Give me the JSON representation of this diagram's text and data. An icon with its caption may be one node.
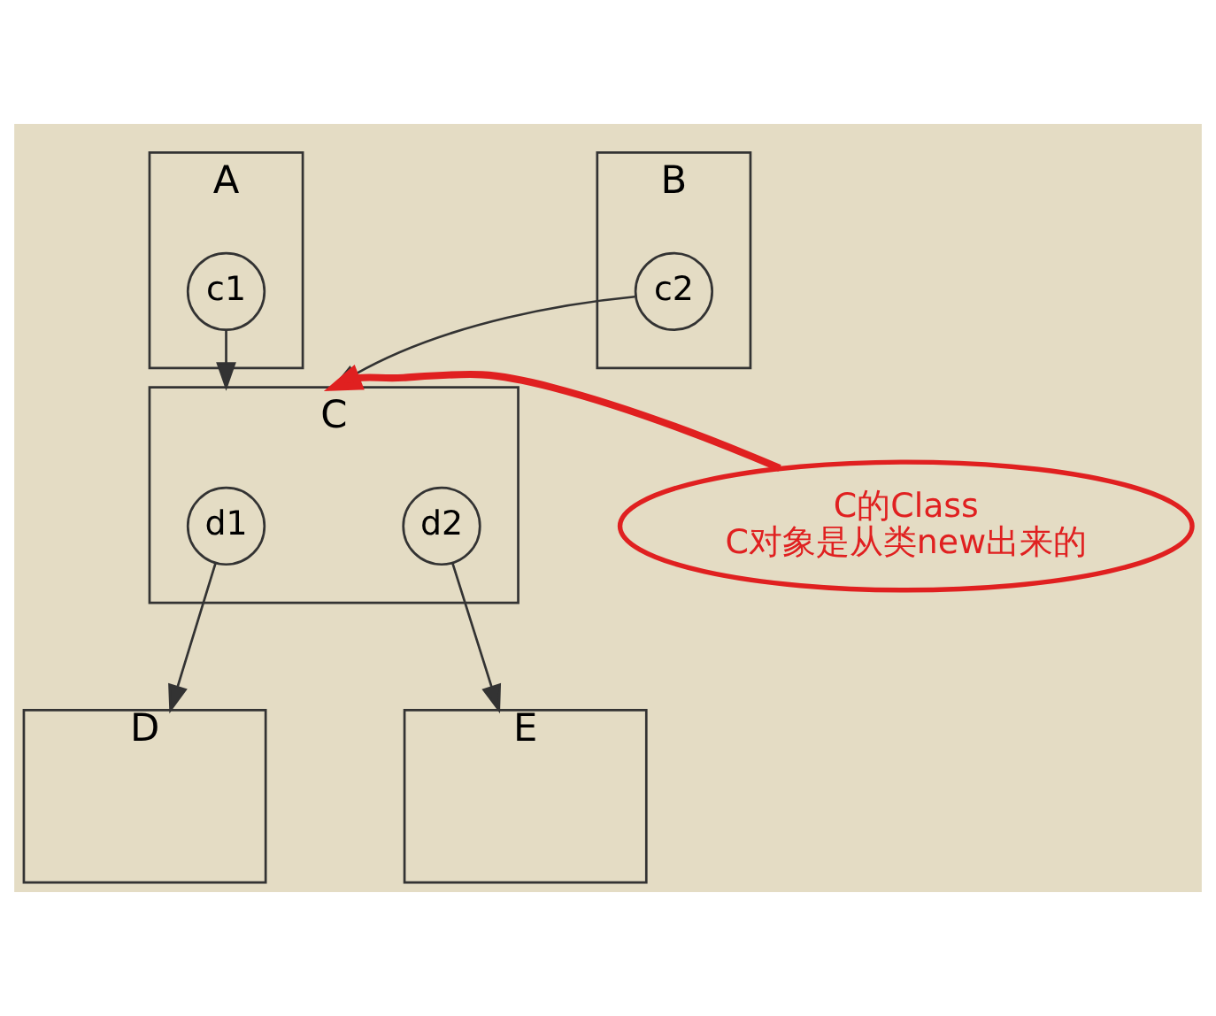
{
  "diagram": {
    "nodes": [
      {
        "text": [
          "A"
        ]
      },
      {
        "text": [
          "c1"
        ],
        "in": 0
      },
      {
        "text": [
          "B"
        ]
      },
      {
        "text": [
          "c2"
        ],
        "in": 2
      },
      {
        "text": [
          "C"
        ]
      },
      {
        "text": [
          "d1"
        ],
        "in": 4
      },
      {
        "text": [
          "d2"
        ],
        "in": 4
      },
      {
        "text": [
          "D"
        ]
      },
      {
        "text": [
          "E"
        ]
      },
      {
        "text": [
          "C的Class",
          "C对象是从类new出来的"
        ]
      }
    ],
    "edges": [
      {
        "from": 1,
        "to": 4,
        "arrow": "to"
      },
      {
        "from": 3,
        "to": 4,
        "arrow": "to"
      },
      {
        "from": 9,
        "to": 4,
        "arrow": "to",
        "style": "thick",
        "color": "#e02020"
      },
      {
        "from": 5,
        "to": 7,
        "arrow": "to"
      },
      {
        "from": 6,
        "to": 8,
        "arrow": "to"
      }
    ]
  }
}
